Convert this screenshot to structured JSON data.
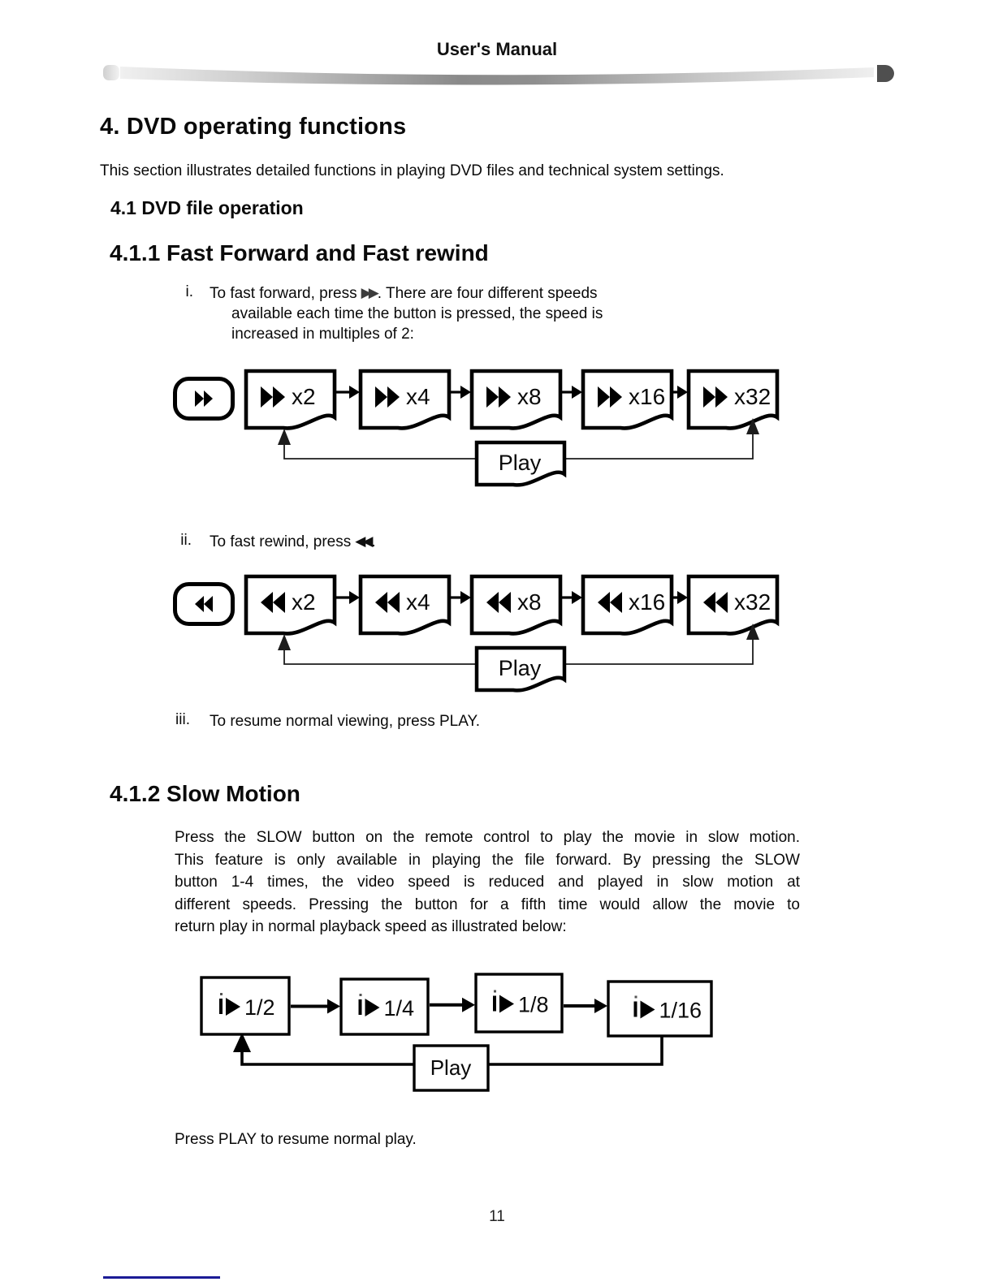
{
  "colors": {
    "footnote_line": "#1b1b96",
    "diagram_stroke": "#000000",
    "swoosh_dark": "#4f4f4f"
  },
  "header": {
    "title": "User's Manual"
  },
  "doc": {
    "h1": "4. DVD operating functions",
    "intro": "This section illustrates detailed functions in playing DVD files and technical system settings.",
    "h41": "4.1 DVD file operation",
    "h411": "4.1.1 Fast Forward and Fast rewind",
    "item_i": {
      "marker": "i.",
      "pre": "To fast forward, press",
      "post": ". There are four different speeds",
      "line2": "available each time the button is pressed, the speed is",
      "line3": "increased in multiples of 2:"
    },
    "item_ii": {
      "marker": "ii.",
      "pre": "To fast rewind, press",
      "post": "."
    },
    "item_iii": {
      "marker": "iii.",
      "text": "To resume normal viewing, press PLAY."
    },
    "h412": "4.1.2 Slow Motion",
    "slow_para": [
      "Press the SLOW button on the remote control to play the movie in slow motion.",
      "This feature is only available in playing the file forward. By pressing the SLOW",
      "button 1-4 times, the video speed is reduced and played in slow motion at",
      "different speeds. Pressing the button for a fifth time would allow the movie to",
      "return play in normal playback speed as illustrated below:"
    ],
    "press_play": "Press PLAY to resume normal play."
  },
  "icons": {
    "fast_forward_glyph": "▶▶",
    "rewind_glyph": "◀◀"
  },
  "diagrams": {
    "fast_forward": {
      "direction": "forward",
      "steps": [
        "x2",
        "x4",
        "x8",
        "x16",
        "x32"
      ],
      "play_label": "Play"
    },
    "rewind": {
      "direction": "backward",
      "steps": [
        "x2",
        "x4",
        "x8",
        "x16",
        "x32"
      ],
      "play_label": "Play"
    },
    "slow": {
      "steps": [
        "1/2",
        "1/4",
        "1/8",
        "1/16"
      ],
      "play_label": "Play"
    }
  },
  "footer": {
    "page_number": "11"
  }
}
